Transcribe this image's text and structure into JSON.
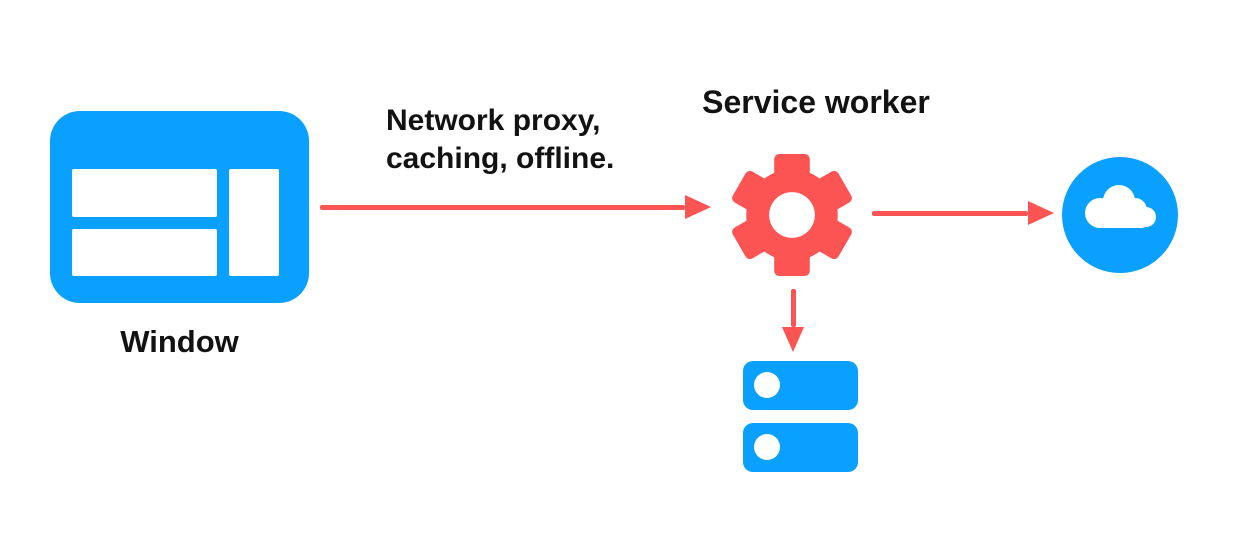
{
  "diagram": {
    "background": "#ffffff",
    "colors": {
      "blue": "#0aa0ff",
      "red": "#fc5353",
      "text": "#121212"
    },
    "nodes": {
      "window": {
        "label": "Window",
        "icon": "browser-window-icon",
        "color": "#0aa0ff"
      },
      "service_worker": {
        "label": "Service worker",
        "icon": "gear-icon",
        "color": "#fc5353"
      },
      "cloud": {
        "label": "",
        "icon": "cloud-icon",
        "color": "#0aa0ff"
      },
      "storage": {
        "label": "",
        "icon": "database-stack-icon",
        "color": "#0aa0ff"
      }
    },
    "edges": {
      "window_to_service_worker": {
        "label_line1": "Network proxy,",
        "label_line2": "caching, offline.",
        "color": "#fc5353"
      },
      "service_worker_to_cloud": {
        "label": "",
        "color": "#fc5353"
      },
      "service_worker_to_storage": {
        "label": "",
        "color": "#fc5353"
      }
    }
  }
}
